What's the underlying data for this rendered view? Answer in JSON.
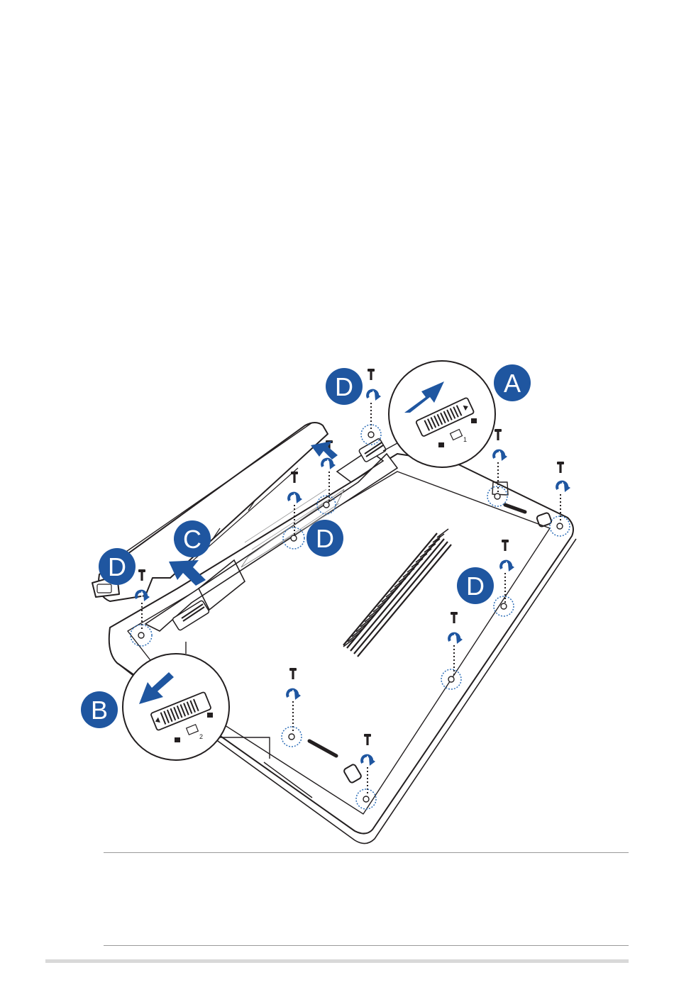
{
  "figure": {
    "labels": {
      "a": "A",
      "b": "B",
      "c": "C",
      "d": "D"
    },
    "inset_a_number": "1",
    "inset_b_number": "2"
  },
  "colors": {
    "accent_blue": "#1f56a0",
    "line_dark": "#231f20",
    "callout_dot": "#2f6fb8",
    "page_bg": "#ffffff",
    "rule_gray": "#9a9a9a",
    "footer_gray": "#d9d9d9"
  },
  "icons": [
    "screw-icon",
    "unscrew-arrow-icon",
    "slide-arrow-icon",
    "lock-closed-icon",
    "lock-open-icon",
    "battery-icon"
  ]
}
